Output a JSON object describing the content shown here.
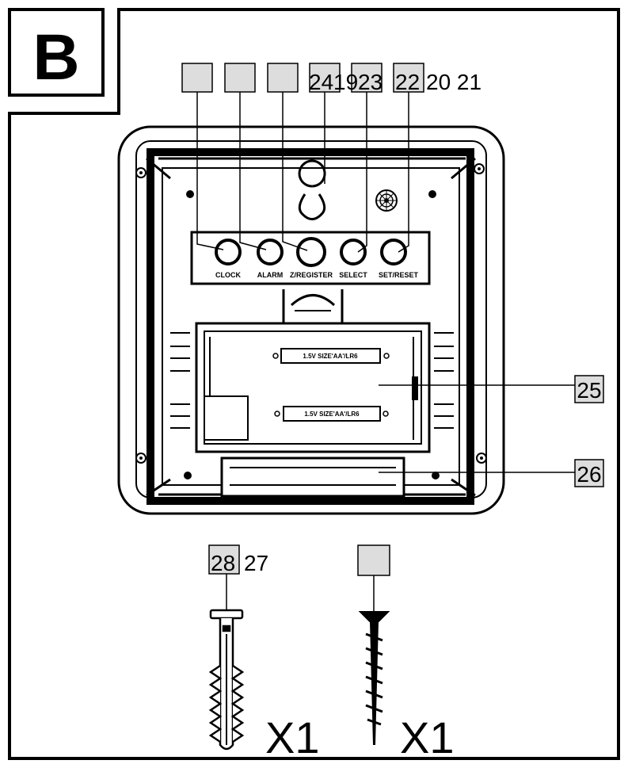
{
  "figure_letter": "B",
  "callouts_top": [
    {
      "id": "blank-1",
      "text": ""
    },
    {
      "id": "blank-2",
      "text": ""
    },
    {
      "id": "blank-3",
      "text": ""
    },
    {
      "id": "c24",
      "text": "24"
    },
    {
      "id": "c19",
      "text": "19"
    },
    {
      "id": "c23",
      "text": "23"
    },
    {
      "id": "c22",
      "text": "22"
    }
  ],
  "extra_labels_top": "20 21",
  "buttons": [
    {
      "label": "CLOCK"
    },
    {
      "label": "ALARM"
    },
    {
      "label": "Z/REGISTER"
    },
    {
      "label": "SELECT"
    },
    {
      "label": "SET/RESET"
    }
  ],
  "battery_labels": [
    "1.5V SIZE'AA'/LR6",
    "1.5V SIZE'AA'/LR6"
  ],
  "callout_25": "25",
  "callout_26": "26",
  "callout_28": "28",
  "extra_label_27": "27",
  "quantity_left": "X1",
  "quantity_right": "X1"
}
